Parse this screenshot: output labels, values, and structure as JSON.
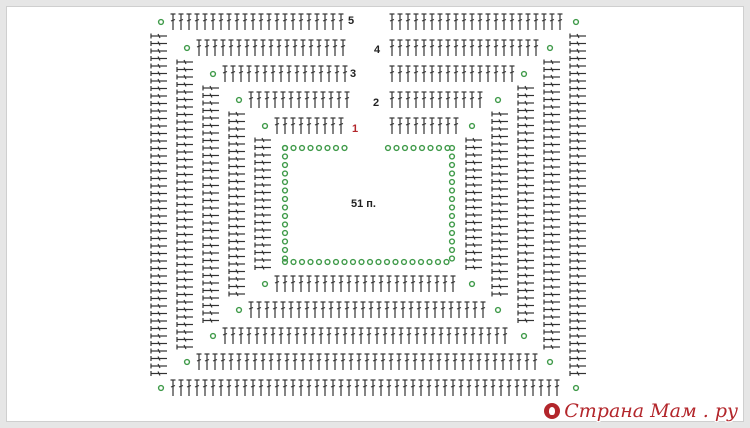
{
  "diagram": {
    "row_labels": [
      {
        "text": "5",
        "color": "#222222"
      },
      {
        "text": "4",
        "color": "#222222"
      },
      {
        "text": "3",
        "color": "#222222"
      },
      {
        "text": "2",
        "color": "#222222"
      },
      {
        "text": "1",
        "color": "#b3262b"
      }
    ],
    "center_label": "51 п.",
    "colors": {
      "chain_stitch": "#3f9a49",
      "stitch": "#333333",
      "accent": "#b3262b"
    }
  },
  "watermark": {
    "text": "Страна Мам . ру",
    "icon": "logo-icon"
  }
}
